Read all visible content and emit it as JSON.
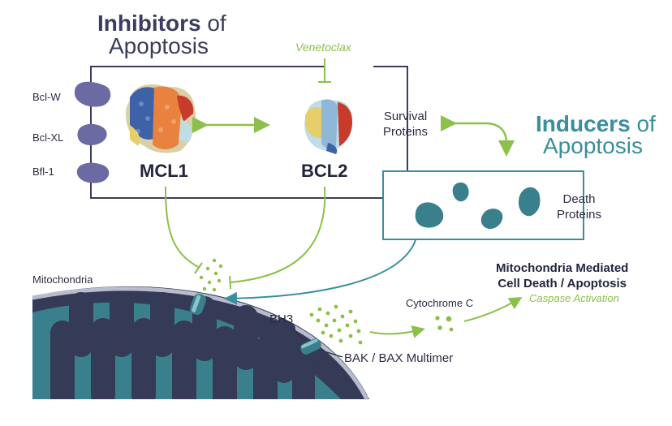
{
  "inhibitors": {
    "word": "Inhibitors",
    "rest": " of",
    "line2": "Apoptosis"
  },
  "inducers": {
    "word": "Inducers",
    "rest": " of",
    "line2": "Apoptosis"
  },
  "drug": "Venetoclax",
  "proteins": {
    "mcl1": "MCL1",
    "bcl2": "BCL2"
  },
  "family": [
    "Bcl-W",
    "Bcl-XL",
    "Bfl-1"
  ],
  "survival": [
    "Survival",
    "Proteins"
  ],
  "death": [
    "Death",
    "Proteins"
  ],
  "mitochondria": "Mitochondria",
  "bh3": "BH3",
  "multimer": "BAK / BAX Multimer",
  "cytochrome": "Cytochrome C",
  "outcome": {
    "line1": "Mitochondria Mediated",
    "line2": "Cell Death / Apoptosis",
    "sub": "Caspase Activation"
  },
  "colors": {
    "navy": "#3b3d5c",
    "teal": "#3b8e9c",
    "green": "#8cc04a",
    "purple": "#6b6aa3",
    "mito_dark": "#353a56",
    "mito_teal": "#3a7f8c"
  }
}
